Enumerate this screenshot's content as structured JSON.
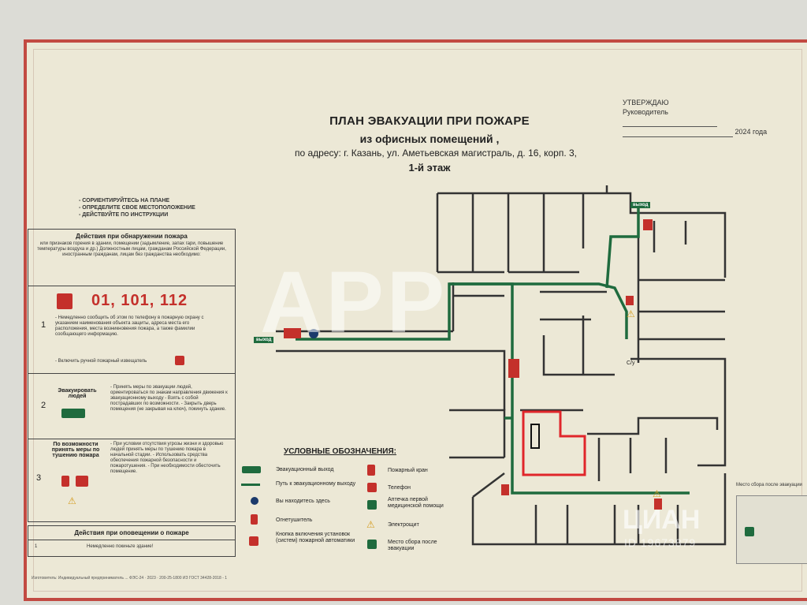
{
  "header": {
    "title": "ПЛАН ЭВАКУАЦИИ ПРИ ПОЖАРЕ",
    "subtitle": "из офисных помещений ,",
    "address": "по адресу: г. Казань, ул. Аметьевская магистраль, д. 16, корп. 3,",
    "floor": "1-й этаж"
  },
  "approval": {
    "line1": "УТВЕРЖДАЮ",
    "line2": "Руководитель",
    "year": "2024 года"
  },
  "hints": [
    "- СОРИЕНТИРУЙТЕСЬ НА ПЛАНЕ",
    "- ОПРЕДЕЛИТЕ СВОЕ МЕСТОПОЛОЖЕНИЕ",
    "- ДЕЙСТВУЙТЕ ПО ИНСТРУКЦИИ"
  ],
  "actions": {
    "title": "Действия при обнаружении пожара",
    "note": "или признаков горения в здании, помещении (задымление, запах гари, повышение температуры воздуха и др.) Должностным лицам, гражданам Российской Федерации, иностранным гражданам, лицам без гражданства необходимо:",
    "phone": "01, 101, 112",
    "step1_num": "1",
    "step1_text": "- Немедленно сообщить об этом по телефону в пожарную охрану с указанием наименования объекта защиты, адреса места его расположения, места возникновения пожара, а также фамилии сообщающего информацию.",
    "step1_extra": "- Включить ручной пожарный извещатель",
    "step2_num": "2",
    "step2_head": "Эвакуировать людей",
    "step2_text": "- Принять меры по эвакуации людей, ориентироваться по знакам направления движения к эвакуационному выходу - Взять с собой пострадавших по возможности. - Закрыть дверь помещения (не закрывая на ключ), покинуть здание.",
    "step3_num": "3",
    "step3_head": "По возможности принять меры по тушению пожара",
    "step3_text": "- При условии отсутствия угрозы жизни и здоровью людей принять меры по тушению пожара в начальной стадии. - Использовать средства обеспечения пожарной безопасности и пожаротушения. - При необходимости обесточить помещение.",
    "alert_title": "Действия при оповещении о пожаре",
    "alert_num": "1",
    "alert_text": "Немедленно покиньте здание!"
  },
  "legend": {
    "title": "УСЛОВНЫЕ ОБОЗНАЧЕНИЯ:",
    "items": [
      {
        "label": "Эвакуационный выход",
        "icon": "exit-sign-icon"
      },
      {
        "label": "Путь к эвакуационному выходу",
        "icon": "evac-arrow-icon"
      },
      {
        "label": "Вы находитесь здесь",
        "icon": "you-are-here-icon"
      },
      {
        "label": "Огнетушитель",
        "icon": "extinguisher-icon"
      },
      {
        "label": "Кнопка включения установок (систем) пожарной автоматики",
        "icon": "fire-button-icon"
      },
      {
        "label": "Пожарный кран",
        "icon": "fire-hose-icon"
      },
      {
        "label": "Телефон",
        "icon": "phone-icon"
      },
      {
        "label": "Аптечка первой медицинской помощи",
        "icon": "first-aid-icon"
      },
      {
        "label": "Электрощит",
        "icon": "electric-panel-icon"
      },
      {
        "label": "Место сбора после эвакуации",
        "icon": "assembly-point-icon"
      }
    ]
  },
  "plan": {
    "exit_label": "выход",
    "room_label": "С/у",
    "assembly_label": "Место сбора после эвакуации"
  },
  "watermark": {
    "brand": "APP",
    "cian": "ЦИАН",
    "cian_id": "ID 19673879"
  },
  "footer": "Изготовитель: Индивидуальный предприниматель ... ФЭС-24 · 2023 · 200-25-1800 ИЗ ГОСТ 34428-2018 - 1",
  "colors": {
    "frame": "#c24a42",
    "route": "#1f6b3e",
    "highlight": "#e0262b",
    "paper": "#ece8d6"
  }
}
